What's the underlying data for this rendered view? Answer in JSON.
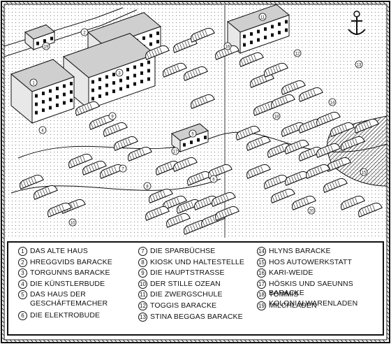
{
  "colors": {
    "ink": "#111111",
    "paper": "#ffffff",
    "shade": "#cfcfcf"
  },
  "map": {
    "markers": [
      "1",
      "2",
      "3",
      "4",
      "5",
      "6",
      "7",
      "8",
      "9",
      "10",
      "11",
      "12",
      "13",
      "14",
      "15",
      "16",
      "17",
      "18",
      "19",
      "20"
    ]
  },
  "legend": {
    "columns": [
      [
        {
          "num": "1",
          "label": "DAS ALTE HAUS"
        },
        {
          "num": "2",
          "label": "HREGGVIDS BARACKE"
        },
        {
          "num": "3",
          "label": "TORGUNNS BARACKE"
        },
        {
          "num": "4",
          "label": "DIE KÜNSTLERBUDE"
        },
        {
          "num": "5",
          "label": "DAS HAUS DER\nGESCHÄFTEMACHER"
        },
        {
          "num": "6",
          "label": "DIE ELEKTROBUDE"
        }
      ],
      [
        {
          "num": "7",
          "label": "DIE SPARBÜCHSE"
        },
        {
          "num": "8",
          "label": "KIOSK UND HALTESTELLE"
        },
        {
          "num": "9",
          "label": "DIE HAUPTSTRASSE"
        },
        {
          "num": "10",
          "label": "DER STILLE OZEAN"
        },
        {
          "num": "11",
          "label": "DIE ZWERGSCHULE"
        },
        {
          "num": "12",
          "label": "TOGGIS BARACKE"
        },
        {
          "num": "13",
          "label": "STINA BEGGAS BARACKE"
        }
      ],
      [
        {
          "num": "14",
          "label": "HLYNS BARACKE"
        },
        {
          "num": "15",
          "label": "HOS AUTOWERKSTATT"
        },
        {
          "num": "16",
          "label": "KARI-WEIDE"
        },
        {
          "num": "17",
          "label": "HÖSKIS UND SAEUNNS BARACKE"
        },
        {
          "num": "18",
          "label": "TOMMIS KOLONIALWARENLADEN"
        },
        {
          "num": "19",
          "label": "MILCHLADEN"
        }
      ]
    ]
  }
}
